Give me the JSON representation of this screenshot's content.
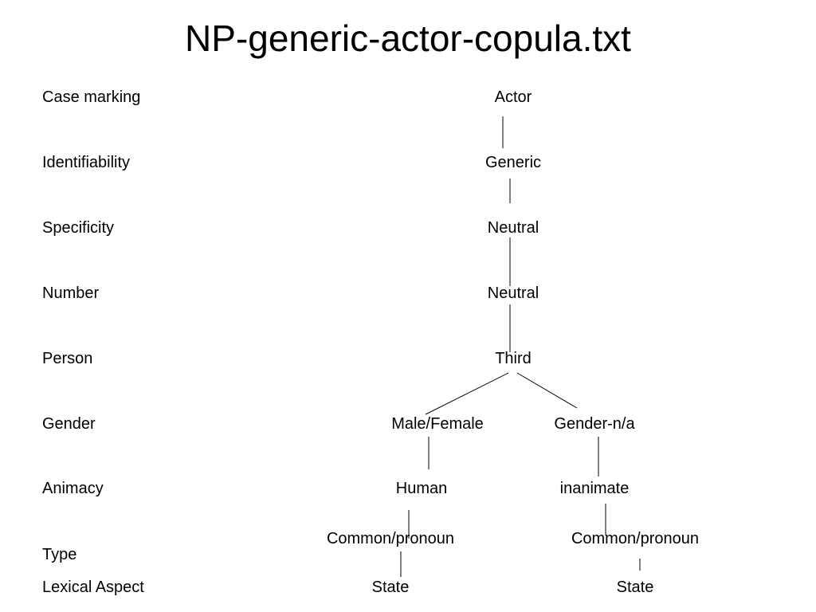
{
  "title": "NP-generic-actor-copula.txt",
  "row_labels": [
    "Case marking",
    "Identifiability",
    "Specificity",
    "Number",
    "Person",
    "Gender",
    "Animacy",
    "Type",
    "Lexical Aspect"
  ],
  "nodes": {
    "actor": "Actor",
    "generic": "Generic",
    "specificity_neutral": "Neutral",
    "number_neutral": "Neutral",
    "third": "Third",
    "male_female": "Male/Female",
    "gender_na": "Gender-n/a",
    "human": "Human",
    "inanimate": "inanimate",
    "common_pronoun_left": "Common/pronoun",
    "common_pronoun_right": "Common/pronoun",
    "state_left": "State",
    "state_right": "State"
  }
}
